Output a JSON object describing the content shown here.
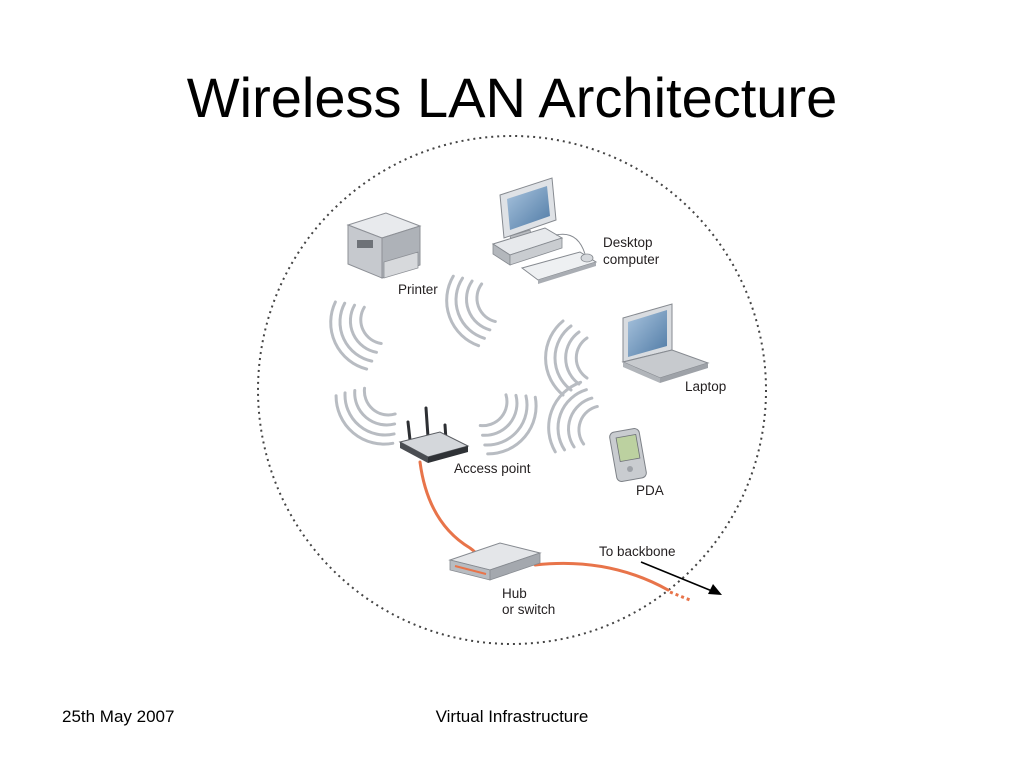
{
  "slide": {
    "title": "Wireless LAN Architecture",
    "footer_left": "25th May 2007",
    "footer_center": "Virtual Infrastructure"
  },
  "diagram": {
    "labels": {
      "printer": "Printer",
      "desktop_line1": "Desktop",
      "desktop_line2": "computer",
      "laptop": "Laptop",
      "access_point": "Access point",
      "pda": "PDA",
      "hub_line1": "Hub",
      "hub_line2": "or switch",
      "backbone": "To backbone"
    },
    "colors": {
      "cable": "#e8744a",
      "device_gray": "#c9ccd0",
      "screen_blue": "#7fa3c6",
      "wave": "#b8bcc2",
      "boundary": "#444444"
    },
    "icons": [
      "printer-icon",
      "desktop-computer-icon",
      "laptop-icon",
      "pda-icon",
      "access-point-icon",
      "hub-switch-icon",
      "arrow-icon"
    ]
  }
}
